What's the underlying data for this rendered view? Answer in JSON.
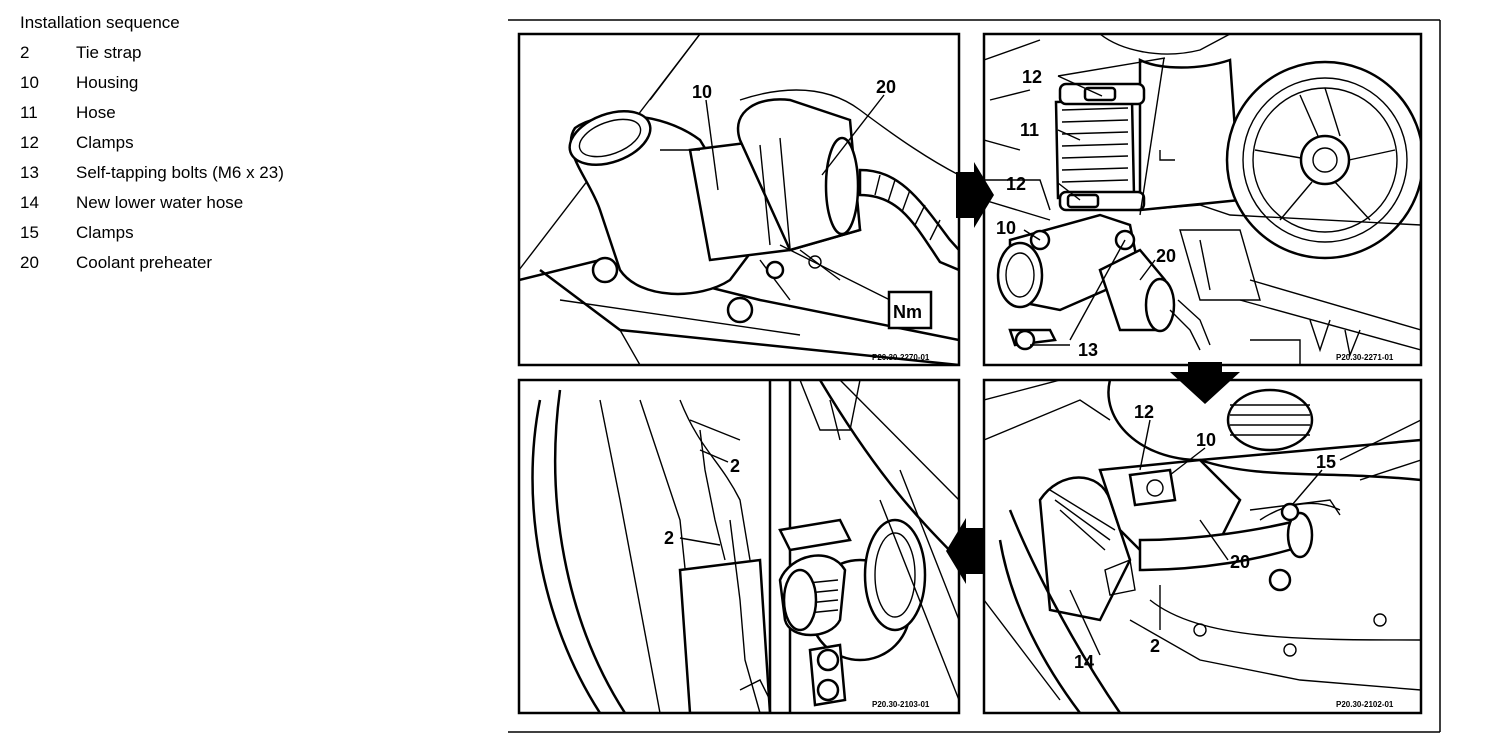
{
  "legend": {
    "title": "Installation sequence",
    "items": [
      {
        "num": "2",
        "text": "Tie strap"
      },
      {
        "num": "10",
        "text": "Housing"
      },
      {
        "num": "11",
        "text": "Hose"
      },
      {
        "num": "12",
        "text": "Clamps"
      },
      {
        "num": "13",
        "text": "Self-tapping bolts (M6 x 23)"
      },
      {
        "num": "14",
        "text": "New lower water hose"
      },
      {
        "num": "15",
        "text": "Clamps"
      },
      {
        "num": "20",
        "text": "Coolant preheater"
      }
    ]
  },
  "panels": {
    "top_left": {
      "callouts": {
        "c10": "10",
        "c20": "20"
      },
      "torque_symbol": "Nm",
      "figure_id": "P20.30-2270-01"
    },
    "top_right": {
      "callouts": {
        "c12a": "12",
        "c11": "11",
        "c12b": "12",
        "c10": "10",
        "c20": "20",
        "c13": "13"
      },
      "figure_id": "P20.30-2271-01"
    },
    "bottom_left": {
      "callouts": {
        "c2a": "2",
        "c2b": "2"
      },
      "figure_id": "P20.30-2103-01"
    },
    "bottom_right": {
      "callouts": {
        "c12": "12",
        "c10": "10",
        "c15": "15",
        "c20": "20",
        "c14": "14",
        "c2": "2"
      },
      "figure_id": "P20.30-2102-01"
    }
  }
}
